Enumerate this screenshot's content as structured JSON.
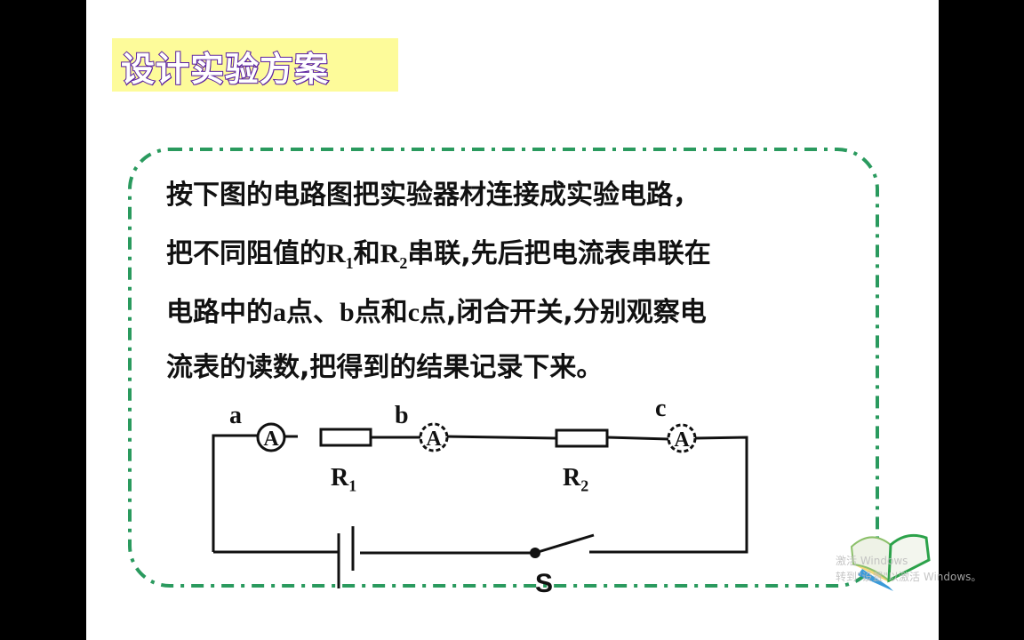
{
  "slide": {
    "title": "设计实验方案",
    "paragraph_lines": [
      [
        "按下图的电路图把实验器材连接成实验电路，"
      ],
      [
        "把不同阻值的",
        "R",
        "1",
        "和",
        "R",
        "2",
        "串联,先后把电流表串联在"
      ],
      [
        "电路中的",
        "a",
        "点、",
        "b",
        "点和",
        "c",
        "点,闭合开关,分别观察电"
      ],
      [
        "流表的读数,把得到的结果记录下来。"
      ]
    ],
    "circuit": {
      "point_labels": [
        "a",
        "b",
        "c"
      ],
      "ammeter_symbol": "A",
      "resistor_labels": [
        {
          "main": "R",
          "sub": "1"
        },
        {
          "main": "R",
          "sub": "2"
        }
      ],
      "switch_label": "S"
    },
    "frame_color": "#2a9a5e",
    "title_bg": "#fdfb9a",
    "title_outline": "#5a1fa0"
  },
  "watermark": {
    "line1": "激活 Windows",
    "line2": "转到\"设置\"以激活 Windows。",
    "icon": "open-book-icon"
  }
}
